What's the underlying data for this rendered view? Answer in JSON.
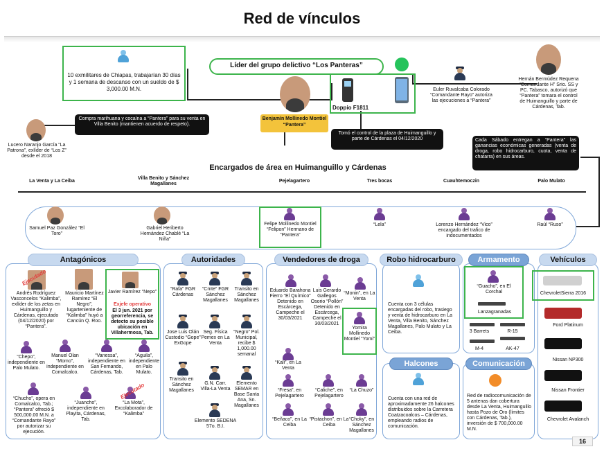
{
  "title": "Red de vínculos",
  "page_number": "16",
  "top": {
    "exmilitares": "10 exmilitares de Chiapas, trabajarían 30 días y 1 semana de descanso con un sueldo de $ 3,000.00 M.N.",
    "lider_banner": "Líder del grupo delictivo “Los Panteras”",
    "lider_name": "Benjamín Mollinedo Montiel “Pantera”",
    "phone_label": "Doppio F1811",
    "compra_text": "Compra marihuana y cocaína a “Pantera” para su venta en Villa Benito (mantienen acuerdo de respeto).",
    "tomo_control": "Tomó el control de la plaza de Huimanguillo y parte de Cárdenas el 04/12/2020",
    "lucero": "Lucero Naranjo García “La Patrona”, exlíder de “Los Z” desde el 2018",
    "euler": "Euler Ruvalcaba Colorado “Comandante Rayo” autoriza las ejecuciones a “Pantera”",
    "hernan": "Hernán Bermúdez Requena “Comandante H” Srio. SS y PC. Tabasco, autorizó que “Pantera” tomara el control de Huimanguillo y parte de Cárdenas, Tab.",
    "cada_sabado": "Cada Sábado entregan a “Pantera” las ganancias económicas generadas (venta de droga, robo hidrocarburo, cuota, venta de chatarra) en sus áreas."
  },
  "encargados": {
    "heading": "Encargados de área en Huimanguillo y Cárdenas",
    "areas": [
      "La Venta y La Ceiba",
      "Villa Benito y Sánchez Magallanes",
      "Pejelagartero",
      "Tres bocas",
      "Cuauhtemoczin",
      "Palo Mulato"
    ],
    "people": [
      "Samuel Paz González “El Toro”",
      "Gabriel Heriberto Hernández Chablé “La Niña”",
      "Felipe Mollinedo Montiel “Felipon” Hermano de “Pantera”",
      "“Lela”",
      "Lorenzo Hernández “Vico” encargado del trafico de indocumentados",
      "Raúl “Ruso”"
    ]
  },
  "sections": {
    "antagonicos": "Antagónicos",
    "autoridades": "Autoridades",
    "vendedores": "Vendedores de droga",
    "robo": "Robo hidrocarburo",
    "armamento": "Armamento",
    "vehiculos": "Vehículos",
    "halcones": "Halcones",
    "comunicacion": "Comunicación"
  },
  "antagonicos": {
    "andres": "Andrés Rodríguez Vasconcelos “Kalimba”, exlíder de los zetas en Huimanguillo y Cárdenas, ejecutado (04/12/2020) por “Pantera”.",
    "mauricio": "Mauricio Martínez Ramírez “El Negro”, lugarteniente de “Kalimba” huyó a Cancún Q. Roo.",
    "javier_name": "Javier Ramírez “Nepo”",
    "javier_red": "Exjefe operativo",
    "javier_info": "El 3 jun. 2021 por georreferencia, se detecto su posible ubicación en Villahermosa, Tab.",
    "chepo": "“Chepo”, independiente en Palo Mulato.",
    "momo": "Manuel Olan “Momo”, independiente en Comalcalco.",
    "vanessa": "“Vanessa”, independiente en San Fernando, Cárdenas, Tab.",
    "aguila": "“Aguila”, independiente en Palo Mulato.",
    "chucho": "“Chucho”, opera en Comalcalco, Tab.; “Pantera” ofreció $ 500,000.00 M.N. a “Comandante Rayo” por autorizar su ejecución.",
    "juancho": "“Juancho”, independiente en Playita, Cárdenas, Tab.",
    "lamota": "“La Mota”, Excolaborador de “Kalimba”",
    "stamp": "Ejecutado"
  },
  "autoridades": [
    "“Rafa” FGR Cárdenas",
    "“Cmte” FGR Sánchez Magallanes",
    "Transito en Sánchez Magallanes",
    "Jose Luis Olán Custodio “Gope” ExGope",
    "Seg. Física Pemex en La Venta",
    "“Negro” Pol. Municipal, recibe $ 1,000.00 semanal",
    "Transito en Sánchez Magallanes",
    "G.N. Carr. Villa-La Venta",
    "Elemento SEMAR en Base Santa Ana, Sn. Magallanes",
    "Elemento SEDENA 57o. B.I."
  ],
  "vendedores": [
    "Eduardo Barahona Fierro “El Químico” Detenido en Escárcega, Campeche el 30/03/2021",
    "Luis Gerardo Gallegos Osorio “Pollón” Detenido en Escárcega, Campeche el 30/03/2021",
    "“Monin”, en La Venta",
    "Yomira Mollinedo Montiel “Yomi”",
    "“Kali”, en La Venta",
    "“Fresa”, en Pejelagartero",
    "“Caliche”, en Pejelagartero",
    "“La Chuzo”",
    "“Beñaco”, en La Ceiba",
    "“Pistachon”, en La Ceiba",
    "“Choky”, en Sánchez Magallanes"
  ],
  "robo": "Cuenta con 3 células encargadas del robo, trasiego y venta de hidrocarburo en La Venta, Villa Benito, Sánchez Magallanes, Palo Mulato y La Ceiba.",
  "halcones": "Cuenta con una red de aproximadamente 26 halcones distribuidos sobre la Carretera Coatzacoalcos – Cárdenas, empleando radios de comunicación.",
  "armamento": {
    "guacho": "“Guacho”, en El Corchal",
    "items": [
      "Lanzagranadas",
      "3 Barrets",
      "R-15",
      "M-4",
      "AK-47"
    ]
  },
  "comunicacion": "Red de radiocomunicación de 5 antenas dan cobertura desde La Venta, Huimanguillo hasta Pozo de Oro (límites con Cárdenas, Tab.), inversión de $ 700,000.00 M.N.",
  "vehiculos": [
    "ChevroletSierra 2016",
    "Ford Platinum",
    "Nissan NP300",
    "Nissan Frontier",
    "Chevrolet Avalanch"
  ],
  "colors": {
    "green": "#3cb44b",
    "yellow": "#f3c33b",
    "blue_light": "#c7d9ef",
    "blue_dark": "#7aa4d6",
    "red": "#e23b3b"
  }
}
